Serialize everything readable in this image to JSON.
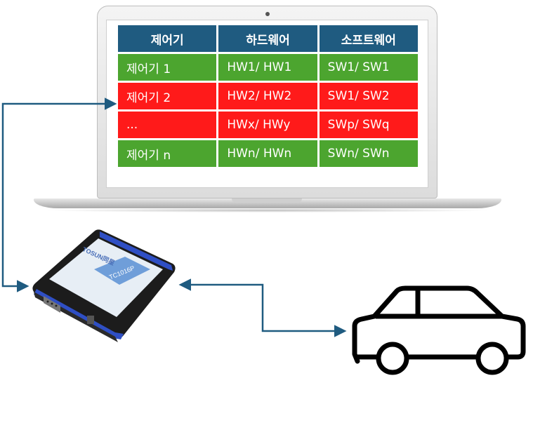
{
  "table": {
    "headers": [
      "제어기",
      "하드웨어",
      "소프트웨어"
    ],
    "rows": [
      {
        "controller": "제어기 1",
        "hardware": "HW1/ HW1",
        "software": "SW1/ SW1",
        "status": "green"
      },
      {
        "controller": "제어기 2",
        "hardware": "HW2/ HW2",
        "software": "SW1/ SW2",
        "status": "red"
      },
      {
        "controller": "...",
        "hardware": "HWx/ HWy",
        "software": "SWp/ SWq",
        "status": "red"
      },
      {
        "controller": "제어기 n",
        "hardware": "HWn/ HWn",
        "software": "SWn/ SWn",
        "status": "green"
      }
    ]
  },
  "device": {
    "brand": "TOSUN同星",
    "model": "TC1016P",
    "icon": "usb-interface-device-icon"
  },
  "colors": {
    "header": "#1f5b80",
    "match": "#4ca52f",
    "mismatch": "#ff1a1a",
    "connector": "#1f5b80"
  }
}
